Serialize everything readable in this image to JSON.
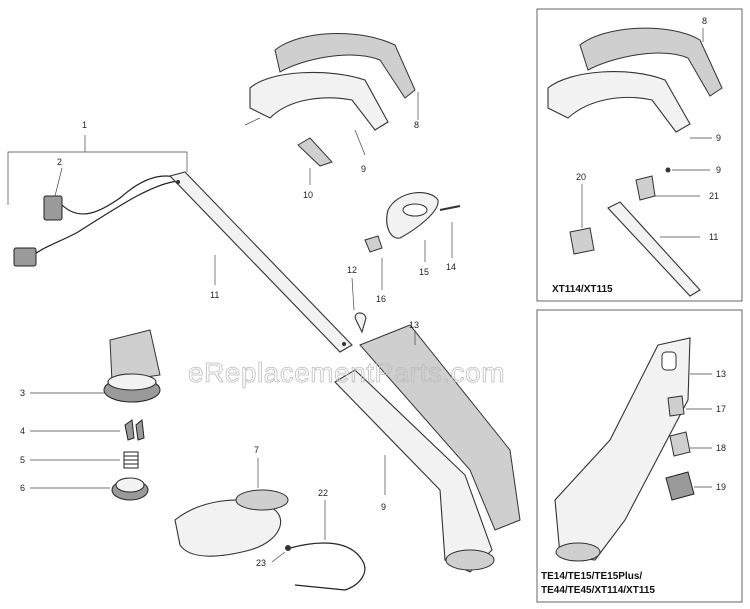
{
  "callouts": {
    "c1": "1",
    "c2": "2",
    "c3": "3",
    "c4": "4",
    "c5": "5",
    "c6": "6",
    "c7": "7",
    "c8": "8",
    "c9a": "9",
    "c9b": "9",
    "c10": "10",
    "c11": "11",
    "c12": "12",
    "c13": "13",
    "c14": "14",
    "c15": "15",
    "c16": "16",
    "c22": "22",
    "c23": "23"
  },
  "inset_top": {
    "model_label": "XT114/XT115",
    "callouts": {
      "c8": "8",
      "c9a": "9",
      "c9b": "9",
      "c20": "20",
      "c21": "21",
      "c11": "11"
    }
  },
  "inset_bottom": {
    "model_label_line1": "TE14/TE15/TE15Plus/",
    "model_label_line2": "TE44/TE45/XT114/XT115",
    "callouts": {
      "c13": "13",
      "c17": "17",
      "c18": "18",
      "c19": "19"
    }
  },
  "watermark": "eReplacementParts.com"
}
